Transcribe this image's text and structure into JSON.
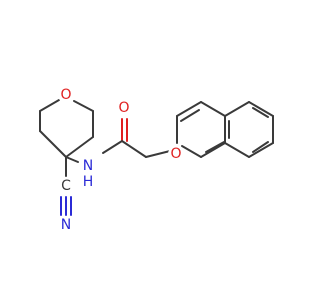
{
  "molecule": {
    "atoms": {
      "ring_oxygen": "O",
      "amide_nitrogen": "N",
      "amide_hydrogen": "H",
      "nitrile_carbon": "C",
      "nitrile_nitrogen": "N",
      "carbonyl_oxygen": "O",
      "ether_oxygen": "O"
    },
    "colors": {
      "bond": "#3a3a3a",
      "nitrogen": "#2b2bd6",
      "oxygen": "#e02020",
      "carbon": "#3a3a3a",
      "background": "#ffffff"
    }
  }
}
